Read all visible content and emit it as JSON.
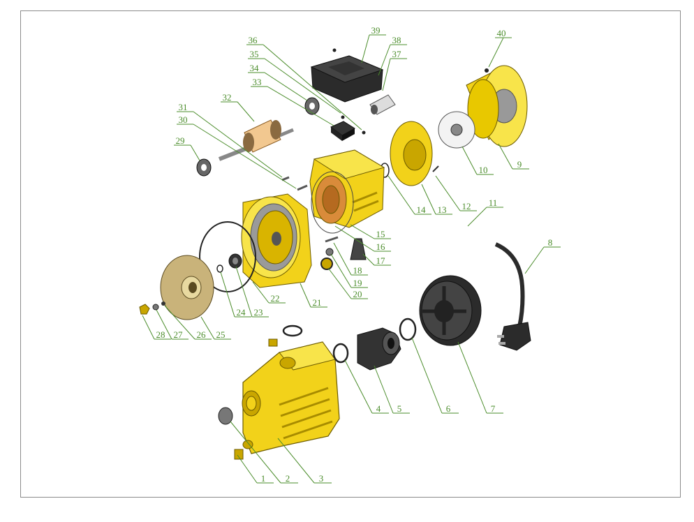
{
  "diagram": {
    "colors": {
      "label": "#4a8c2a",
      "yellow": "#f2d21a",
      "yellow_dark": "#c9a600",
      "black_part": "#2b2b2b",
      "grey_part": "#555555",
      "copper": "#e2a35a",
      "border": "#8a8a8a"
    },
    "labels": [
      "1",
      "2",
      "3",
      "4",
      "5",
      "6",
      "7",
      "8",
      "9",
      "10",
      "11",
      "12",
      "13",
      "14",
      "15",
      "16",
      "17",
      "18",
      "19",
      "20",
      "21",
      "22",
      "23",
      "24",
      "25",
      "26",
      "27",
      "28",
      "29",
      "30",
      "31",
      "32",
      "33",
      "34",
      "35",
      "36",
      "37",
      "38",
      "39",
      "40"
    ]
  }
}
